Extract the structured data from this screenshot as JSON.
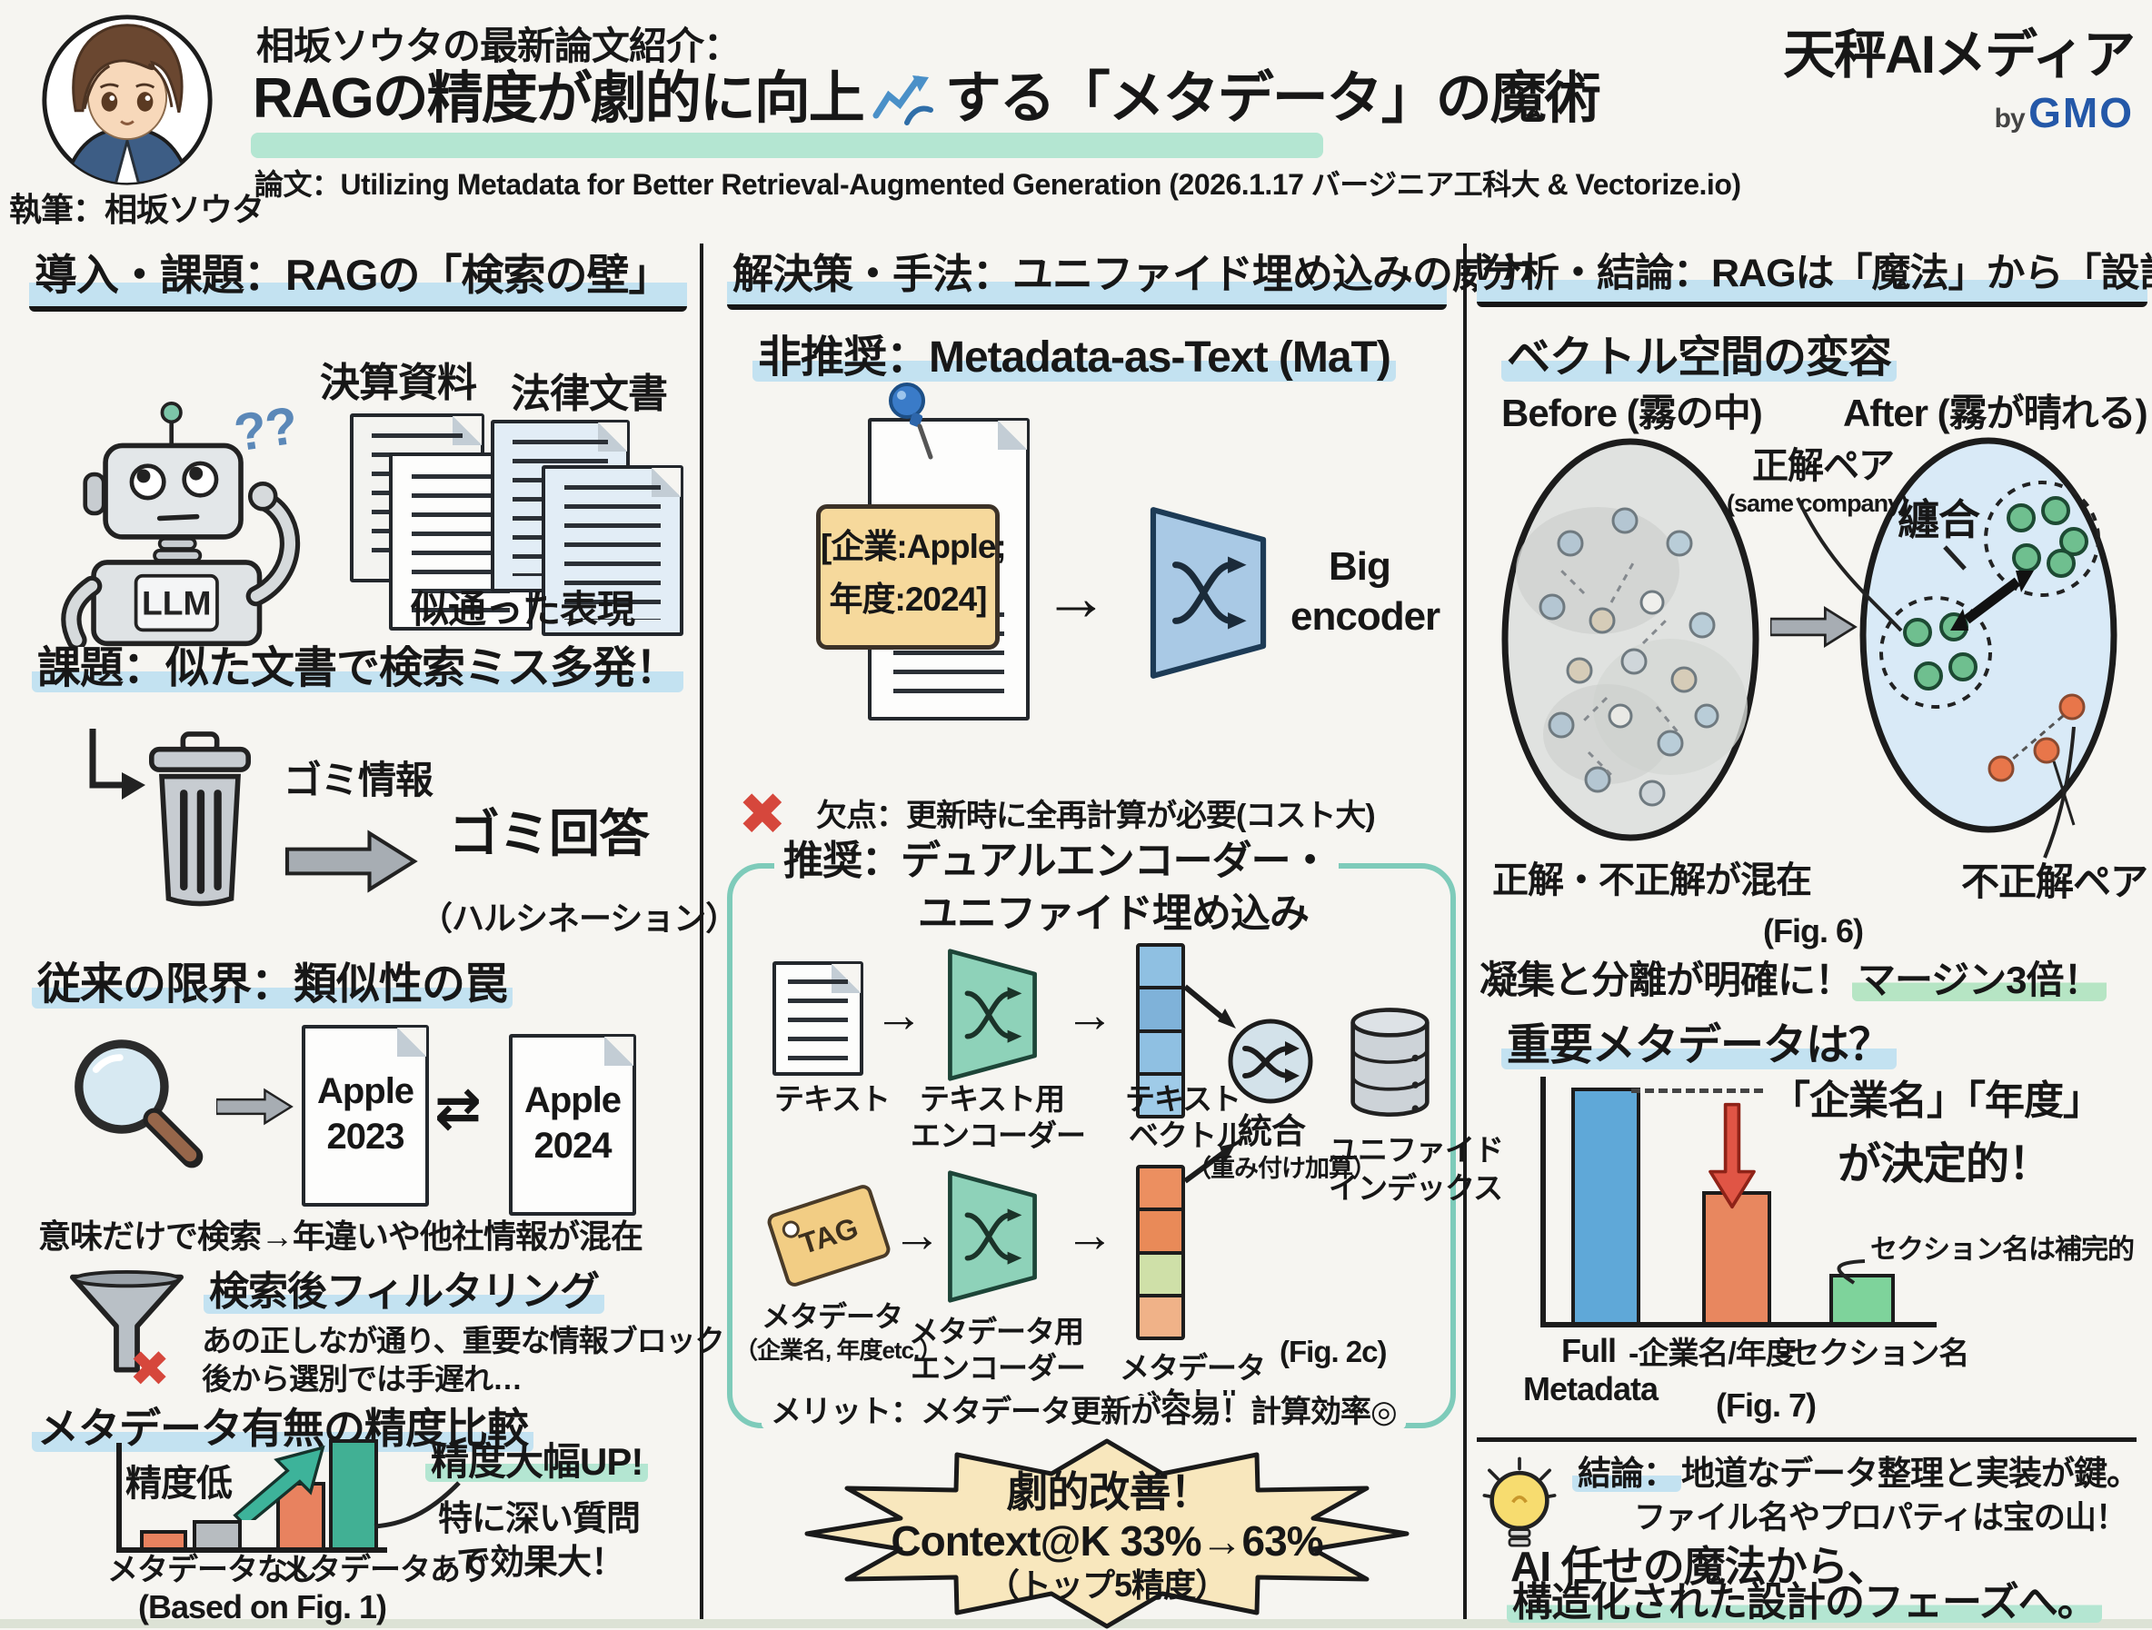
{
  "header": {
    "byline": "執筆：相坂ソウタ",
    "kicker": "相坂ソウタの最新論文紹介：",
    "title_pre": "RAGの精度が劇的に向上",
    "title_post": "する「メタデータ」の魔術",
    "paper_line": "論文：Utilizing Metadata for Better Retrieval-Augmented Generation (2026.1.17 バージニア工科大 & Vectorize.io)",
    "brand": "天秤AIメディア",
    "brand_by": "by",
    "brand_gmo": "GMO"
  },
  "icons": {
    "arrow_right": "→",
    "swap_arrows": "⇄",
    "red_cross": "✖",
    "question_marks": "??"
  },
  "left": {
    "heading": "導入・課題：RAGの「検索の壁」",
    "doc_label_1": "決算資料",
    "doc_label_2": "法律文書",
    "robot_chest": "LLM",
    "similar_note": "似通った表現",
    "problem_heading": "課題：似た文書で検索ミス多発！",
    "garbage_info": "ゴミ情報",
    "garbage_answer": "ゴミ回答",
    "garbage_sub": "（ハルシネーション）",
    "limit_heading": "従来の限界：類似性の罠",
    "doc_a_line1": "Apple",
    "doc_a_line2": "2023",
    "doc_b_line1": "Apple",
    "doc_b_line2": "2024",
    "meaning_note": "意味だけで検索→年違いや他社情報が混在",
    "filter_heading": "検索後フィルタリング",
    "filter_line1": "あの正しなが通り、重要な情報ブロック",
    "filter_line2": "後から選別では手遅れ…",
    "chart_heading": "メタデータ有無の精度比較",
    "label_low": "精度低",
    "label_up": "精度大幅UP!",
    "note_line1": "特に深い質問",
    "note_line2": "で効果大！",
    "cat_without": "メタデータなし",
    "cat_with": "メタデータあり",
    "based_on": "(Based on Fig. 1)"
  },
  "middle": {
    "heading": "解決策・手法：ユニファイド埋め込みの威力",
    "mat_heading": "非推奨：Metadata-as-Text (MaT)",
    "tag_line1": "[企業:Apple;",
    "tag_line2": "年度:2024]",
    "big_encoder_1": "Big",
    "big_encoder_2": "encoder",
    "flaw_text": "欠点：更新時に全再計算が必要(コスト大)",
    "rec_line1": "推奨：デュアルエンコーダー・",
    "rec_line2": "ユニファイド埋め込み",
    "flow_text": "テキスト",
    "flow_text_enc1": "テキスト用",
    "flow_text_enc2": "エンコーダー",
    "flow_text_vec1": "テキスト",
    "flow_text_vec2": "ベクトル",
    "flow_meta": "メタデータ",
    "flow_meta_sub": "（企業名, 年度etc.）",
    "flow_meta_enc1": "メタデータ用",
    "flow_meta_enc2": "エンコーダー",
    "flow_meta_vec1": "メタデータ",
    "flow_meta_vec2": "ベクトル",
    "merge_label": "統合",
    "merge_sub": "（重み付け加算）",
    "index_label1": "ユニファイド",
    "index_label2": "インデックス",
    "tag_text": "TAG",
    "fig2c": "(Fig. 2c)",
    "merit_line": "メリット：メタデータ更新が容易！計算効率◎",
    "burst_line1": "劇的改善！",
    "burst_line2": "Context@K 33%→63%",
    "burst_line3": "（トップ5精度）"
  },
  "right": {
    "heading": "分析・結論：RAGは「魔法」から「設計」へ",
    "space_heading": "ベクトル空間の変容",
    "before_label": "Before (霧の中)",
    "after_label": "After (霧が晴れる)",
    "pair_label": "正解ペア",
    "pair_sub": "(same company)",
    "cohesion_label": "纏合",
    "mixed_label": "正解・不正解が混在",
    "wrong_pair_label": "不正解ペア",
    "fig6": "(Fig. 6)",
    "margin_pre": "凝集と分離が明確に！",
    "margin_hl": "マージン3倍！",
    "meta_heading": "重要メタデータは？",
    "decisive_line1": "「企業名」「年度」",
    "decisive_line2": "が決定的！",
    "section_note": "セクション名は補完的",
    "bar_label_1a": "Full",
    "bar_label_1b": "Metadata",
    "bar_label_2": "-企業名/年度",
    "bar_label_3": "-セクション名",
    "fig7": "(Fig. 7)",
    "conclusion_hl": "結論：",
    "conclusion_rest": "地道なデータ整理と実装が鍵。",
    "conclusion_line2": "ファイル名やプロパティは宝の山！",
    "ai_line1": "AI 任せの魔法から、",
    "ai_line2": "構造化された設計のフェーズへ。"
  },
  "chart_data": [
    {
      "id": "fig1_accuracy_comparison",
      "type": "bar",
      "title": "メタデータ有無の精度比較",
      "categories": [
        "メタデータなし",
        "メタデータあり"
      ],
      "series": [
        {
          "name": "bar-orange",
          "color": "#e8825f",
          "values": [
            13,
            59
          ]
        },
        {
          "name": "bar-secondary",
          "colors": [
            "#b7bcc0",
            "#41b094"
          ],
          "values": [
            23,
            100
          ]
        }
      ],
      "ylim": [
        0,
        100
      ],
      "unit": "relative accuracy (%, estimated from bar heights)",
      "annotations": [
        "精度低",
        "精度大幅UP!",
        "特に深い質問で効果大！"
      ],
      "caption": "(Based on Fig. 1)",
      "grid": false,
      "legend": false
    },
    {
      "id": "fig7_metadata_ablation",
      "type": "bar",
      "categories": [
        "Full Metadata",
        "-企業名/年度",
        "-セクション名"
      ],
      "values": [
        94,
        52,
        18
      ],
      "colors": [
        "#5fa8d8",
        "#e8875f",
        "#7ed39b"
      ],
      "ylim": [
        0,
        100
      ],
      "unit": "relative accuracy (%, estimated from bar heights)",
      "annotations": [
        "「企業名」「年度」が決定的！",
        "セクション名は補完的"
      ],
      "caption": "(Fig. 7)",
      "grid": false,
      "legend": false
    }
  ]
}
